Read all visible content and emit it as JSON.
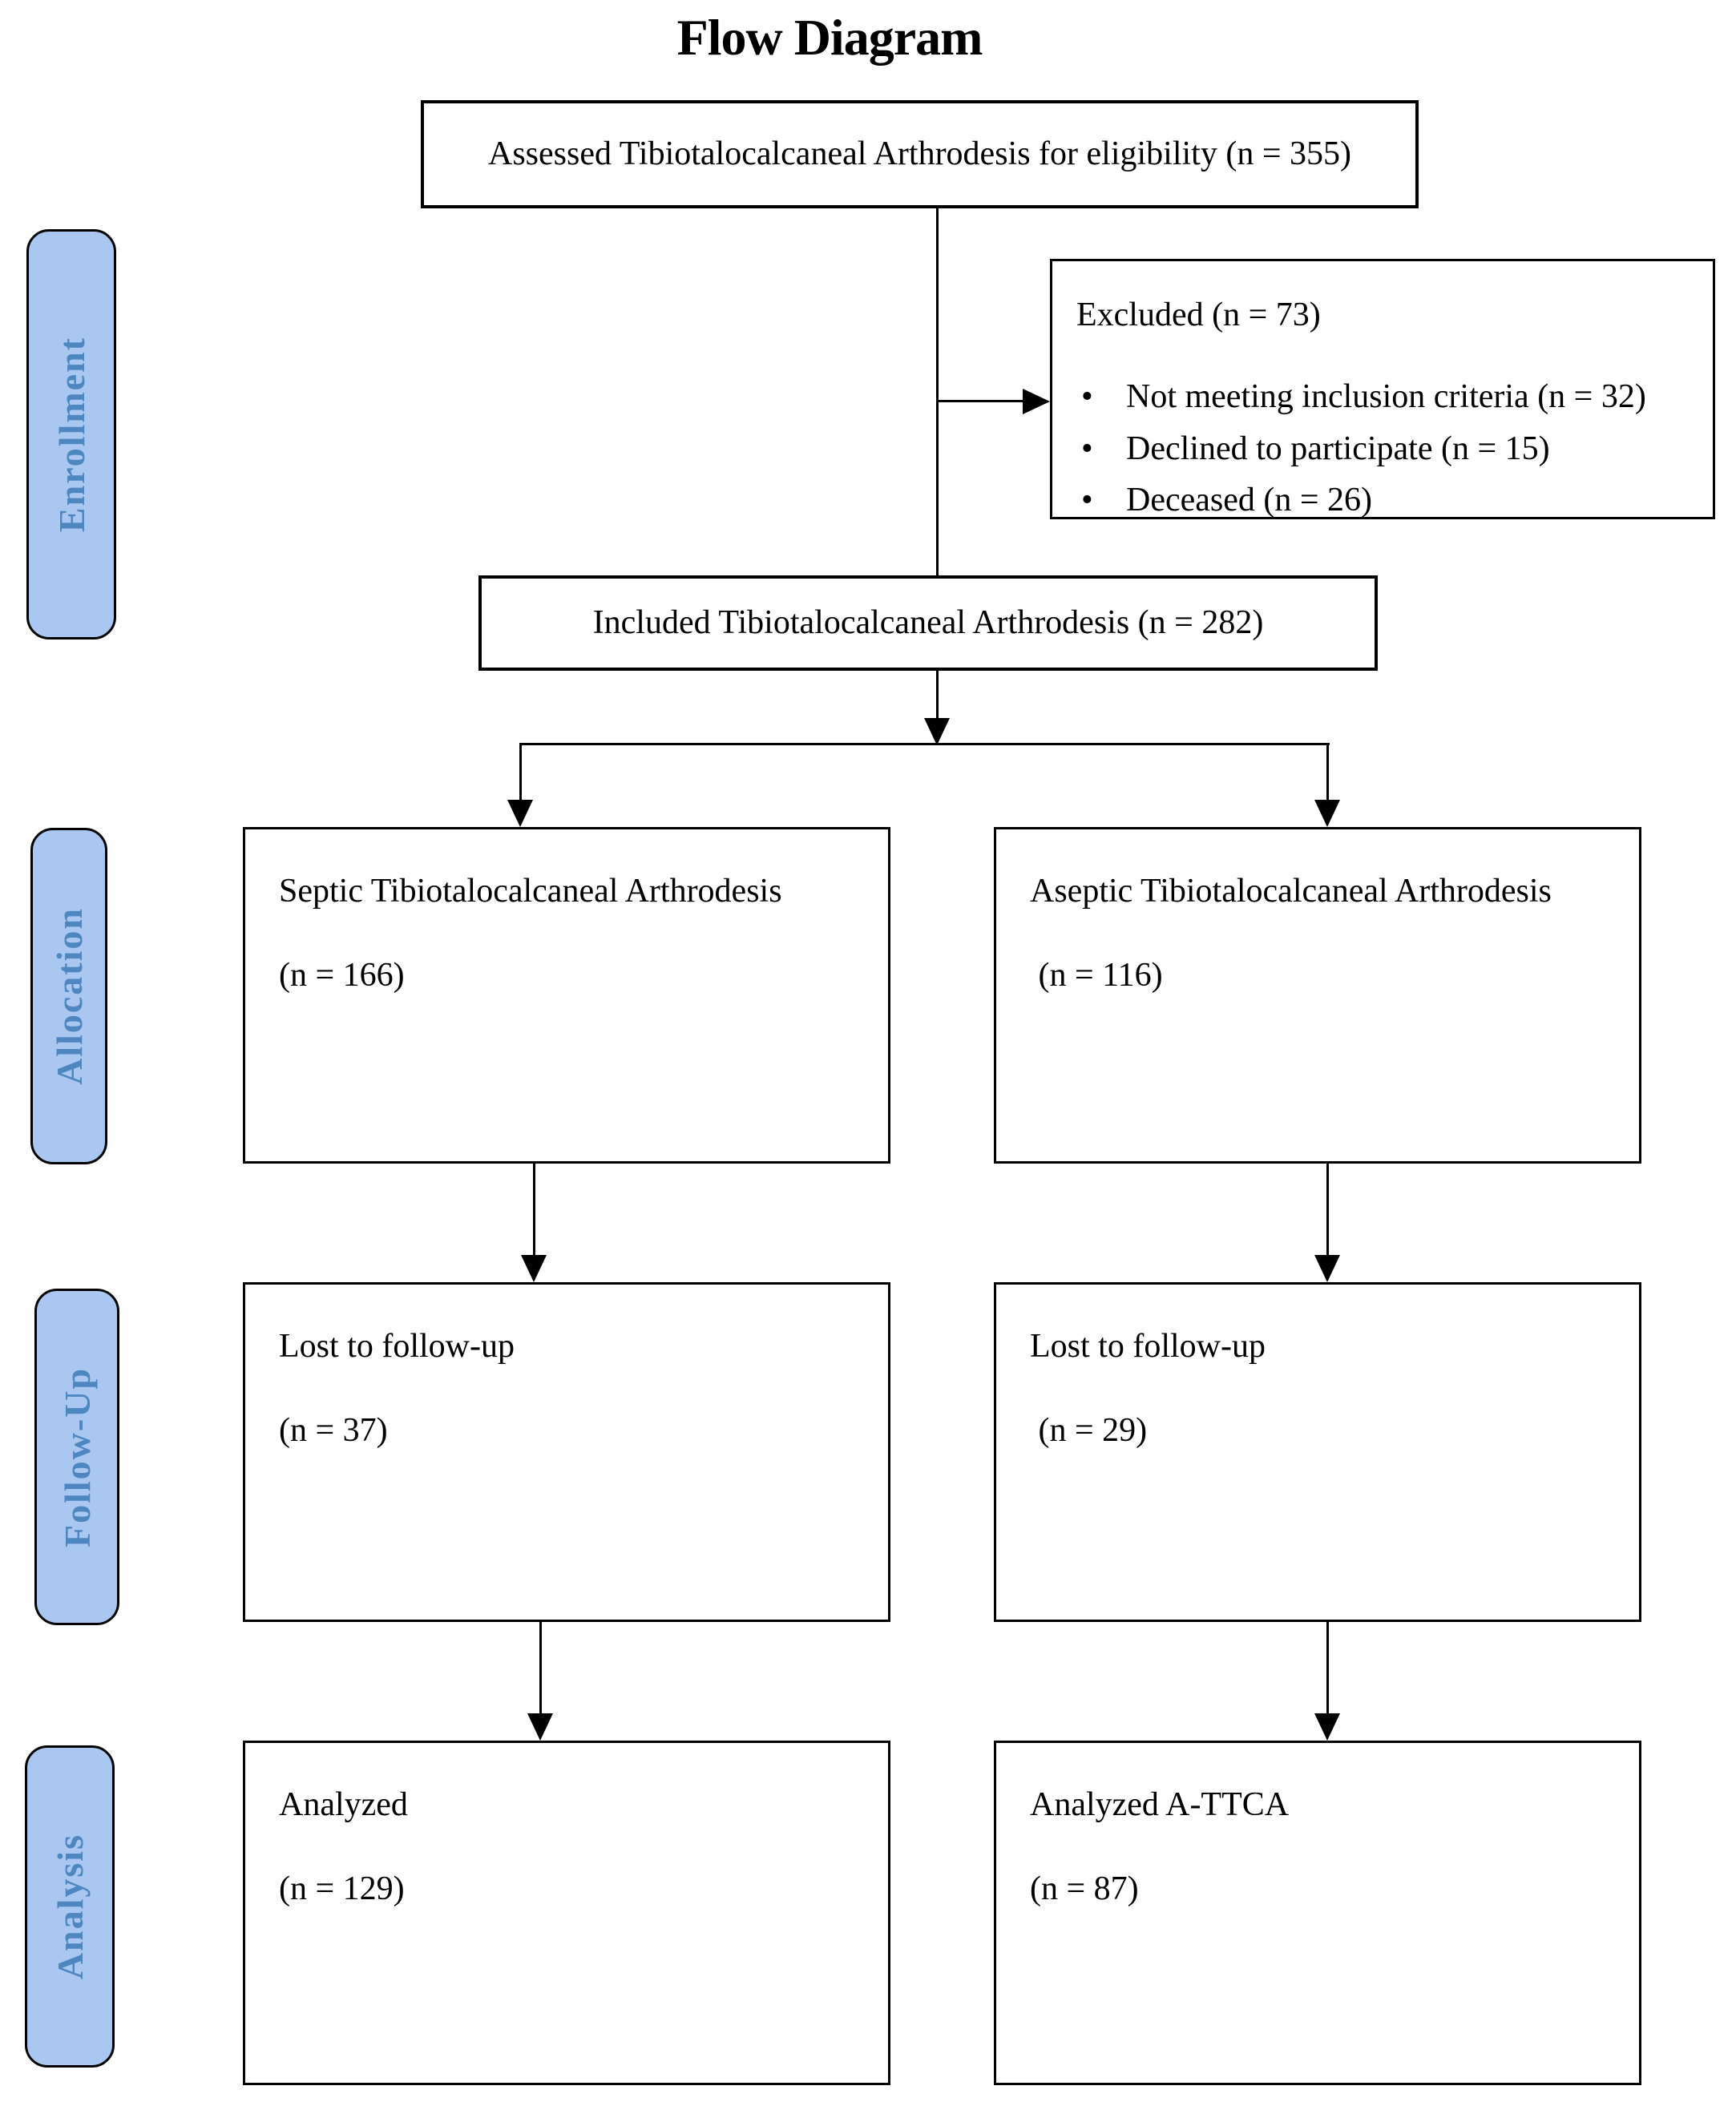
{
  "title": "Flow Diagram",
  "icons": {
    "bullet": "•"
  },
  "stages": {
    "enrollment": {
      "label": "Enrollment"
    },
    "allocation": {
      "label": "Allocation"
    },
    "follow_up": {
      "label": "Follow-Up"
    },
    "analysis": {
      "label": "Analysis"
    }
  },
  "boxes": {
    "assessed": {
      "text": "Assessed Tibiotalocalcaneal Arthrodesis for eligibility (n = 355)"
    },
    "excluded": {
      "title": "Excluded (n = 73)",
      "bullets": [
        "Not meeting inclusion criteria (n = 32)",
        "Declined to participate (n = 15)",
        "Deceased (n = 26)"
      ]
    },
    "included": {
      "text": "Included Tibiotalocalcaneal Arthrodesis (n = 282)"
    },
    "septic": {
      "line1": "Septic Tibiotalocalcaneal Arthrodesis",
      "line2": "(n = 166)"
    },
    "aseptic": {
      "line1": "Aseptic Tibiotalocalcaneal Arthrodesis",
      "line2": " (n = 116)"
    },
    "lost_septic": {
      "line1": "Lost to follow-up",
      "line2": "(n = 37)"
    },
    "lost_aseptic": {
      "line1": "Lost to follow-up",
      "line2": " (n = 29)"
    },
    "analyzed_septic": {
      "line1": "Analyzed",
      "line2": "(n = 129)"
    },
    "analyzed_aseptic": {
      "line1": "Analyzed A-TTCA",
      "line2": "(n = 87)"
    }
  },
  "colors": {
    "stage_fill": "#A9C7F0",
    "stage_text": "#4E86C0",
    "box_border": "#000000",
    "page_background": "#FFFFFF"
  }
}
